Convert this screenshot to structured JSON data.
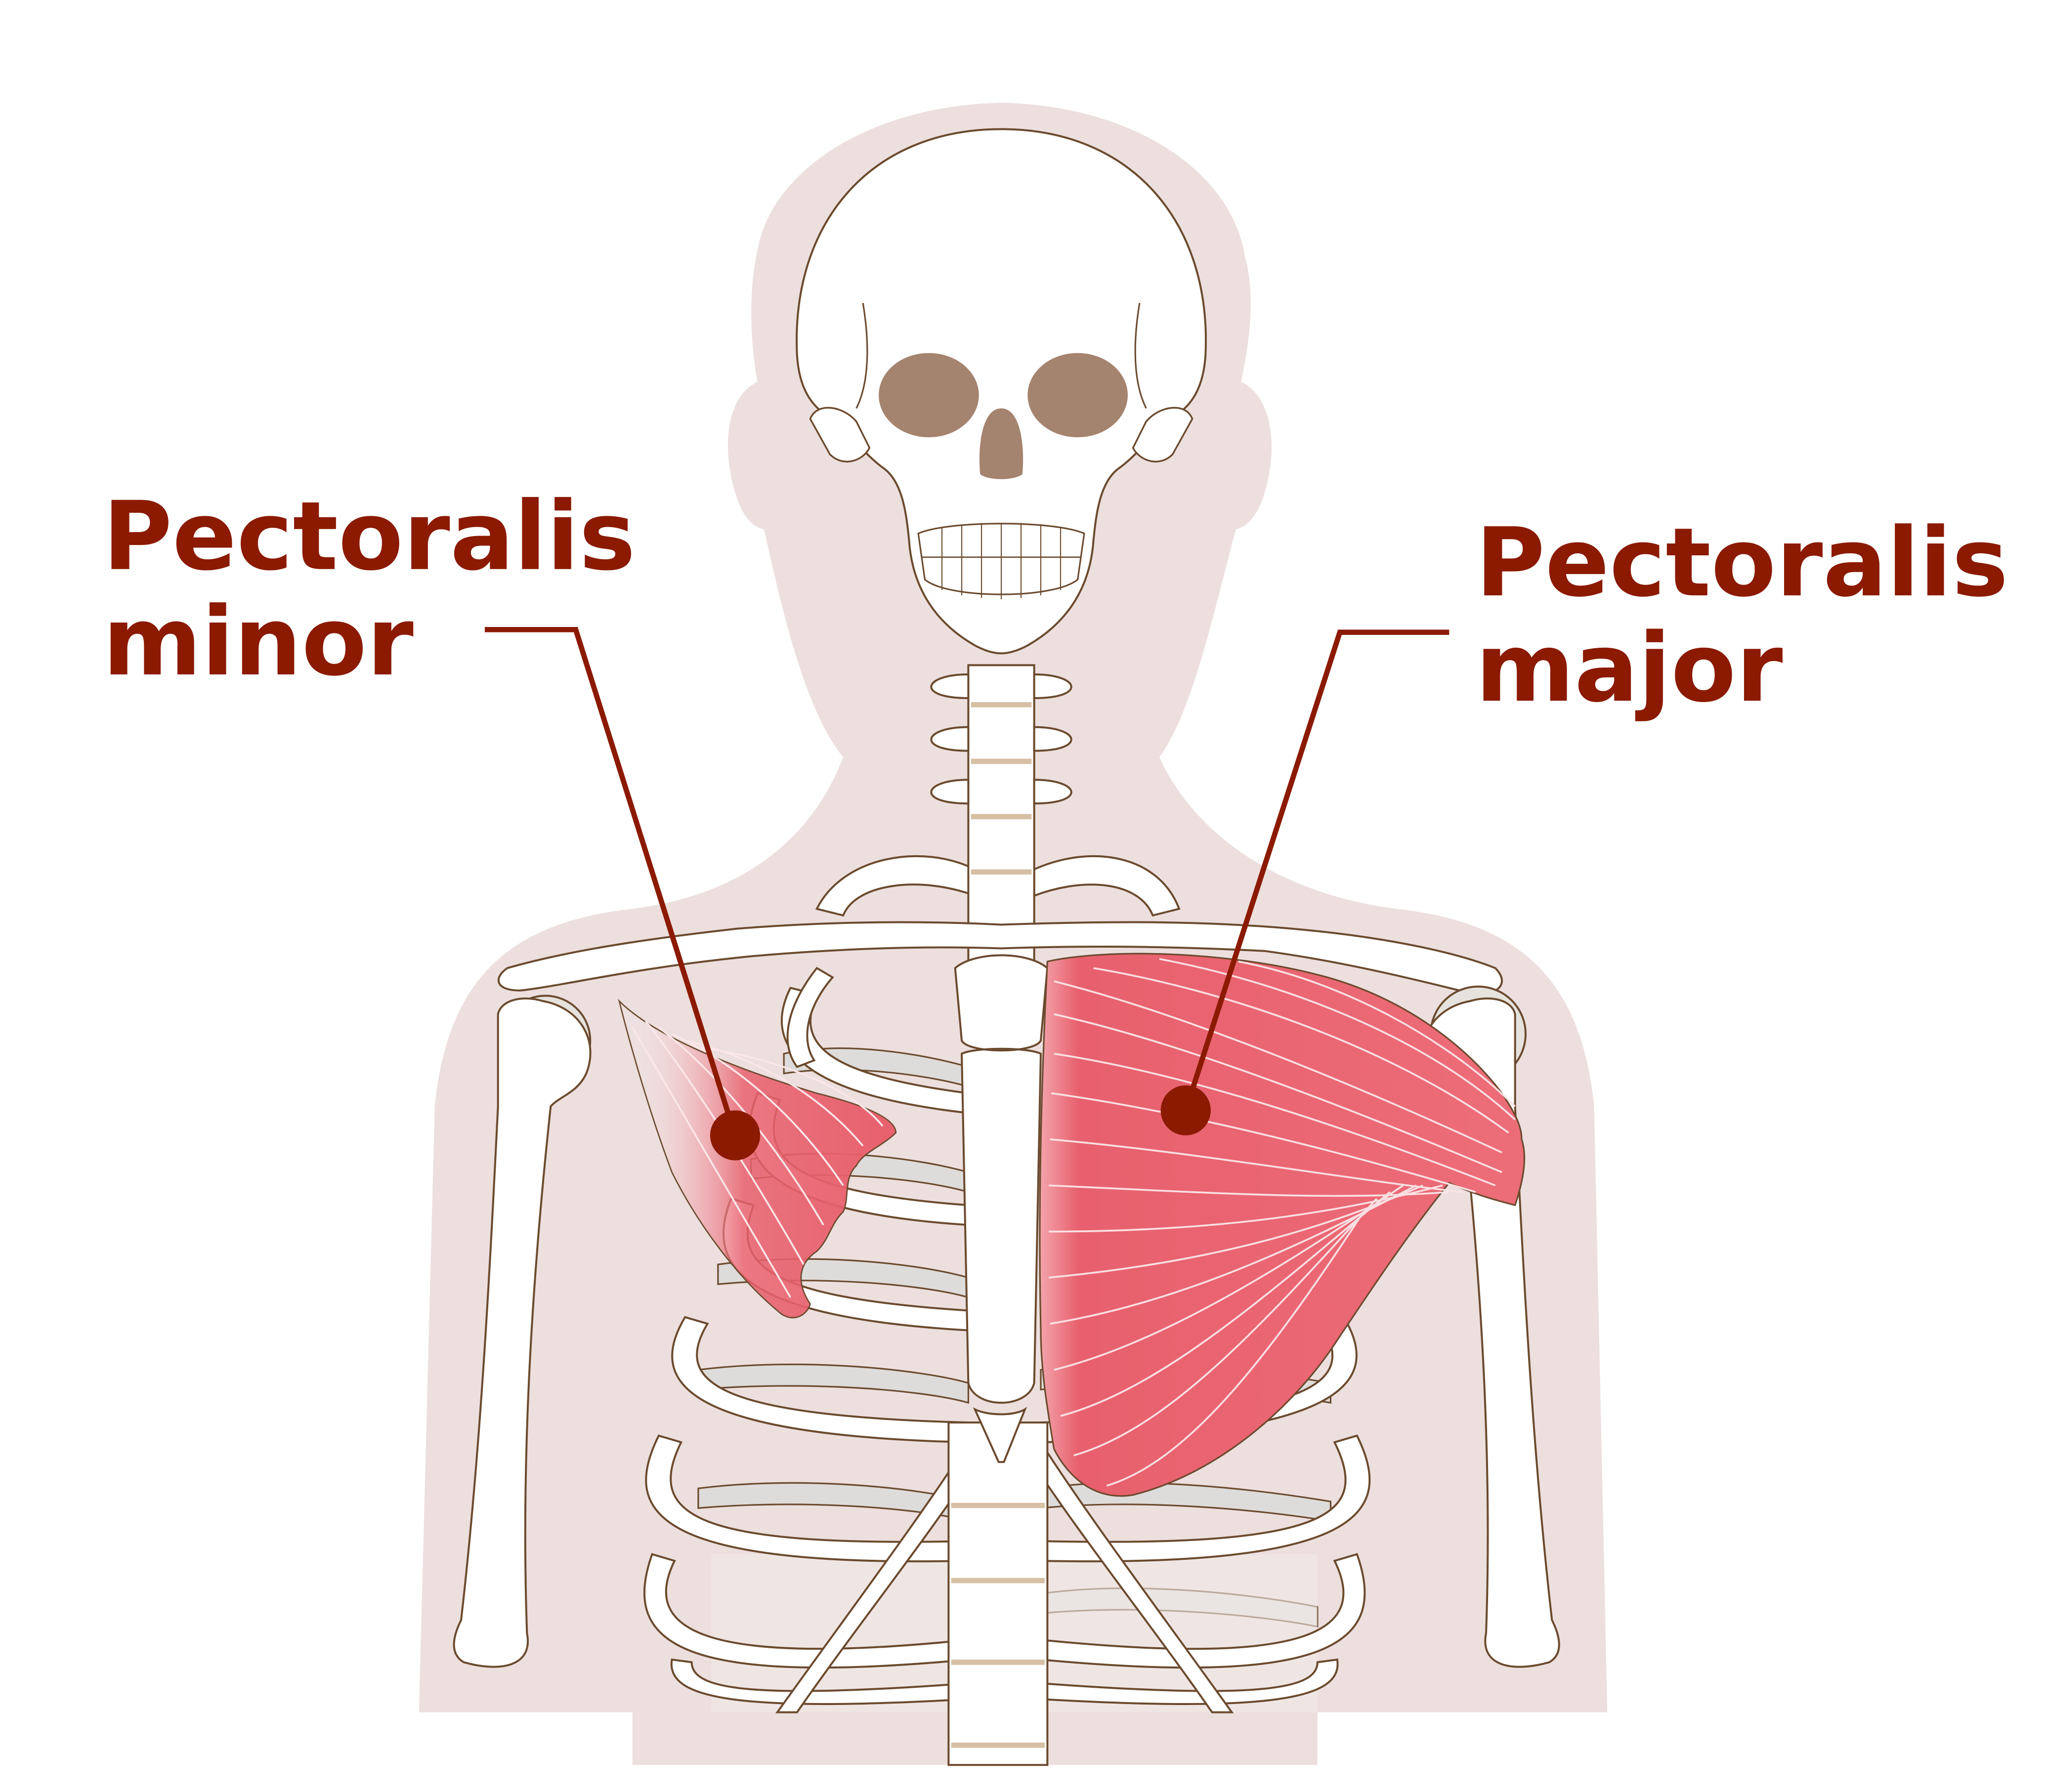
{
  "labels": {
    "minor": {
      "line1": "Pectoralis",
      "line2": "minor"
    },
    "major": {
      "line1": "Pectoralis",
      "line2": "major"
    }
  },
  "colors": {
    "background": "#ffffff",
    "silhouette": "#ecdfde",
    "bone_fill": "#ffffff",
    "bone_outline": "#6b4a2e",
    "rib_back": "#dedcda",
    "cartilage": "#d6bfa3",
    "eye_socket": "#a4836f",
    "muscle": "#e8606d",
    "muscle_fiber": "#fbe6e8",
    "label": "#8b1a00",
    "leader_dot": "#8b1a00"
  },
  "icons": {
    "leader_dot": "circle"
  }
}
